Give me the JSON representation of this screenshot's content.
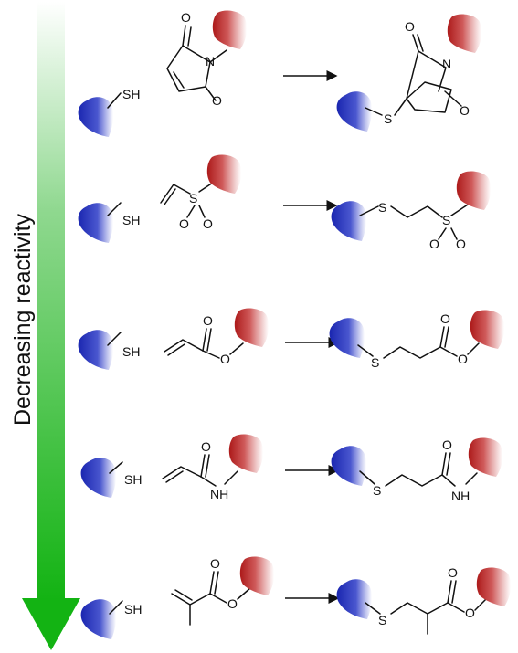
{
  "axis_label": "Decreasing reactivity",
  "colors": {
    "arrow_top": "#ffffff",
    "arrow_bottom": "#16b716",
    "blue_blob": "#1f2db3",
    "red_blob": "#b01f1f"
  },
  "atoms": {
    "thiol": "SH",
    "sulfur": "S",
    "oxygen": "O",
    "nitrogen": "N",
    "nh": "NH"
  },
  "reactions": [
    {
      "name": "maleimide"
    },
    {
      "name": "vinyl-sulfone"
    },
    {
      "name": "acrylate"
    },
    {
      "name": "acrylamide"
    },
    {
      "name": "methacrylate"
    }
  ]
}
